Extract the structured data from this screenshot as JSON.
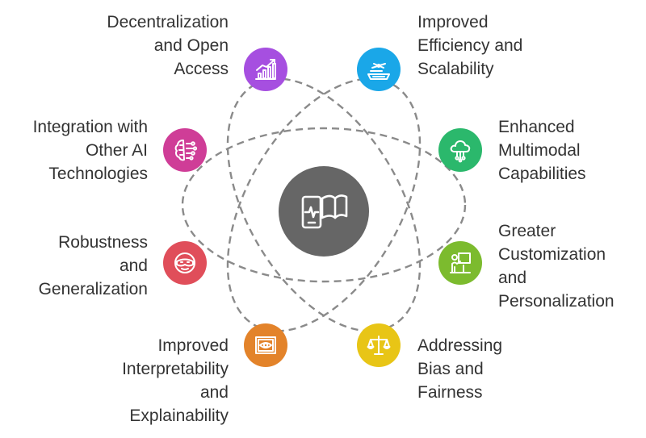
{
  "center": {
    "icon": "mobile-book-icon",
    "color": "#666666"
  },
  "nodes": [
    {
      "id": "decentralization",
      "text": "Decentralization\nand Open\nAccess",
      "color": "#A64FE0",
      "icon": "growth-chart-icon"
    },
    {
      "id": "efficiency",
      "text": "Improved\nEfficiency and\nScalability",
      "color": "#1AA7E8",
      "icon": "conveyor-icon"
    },
    {
      "id": "integration",
      "text": "Integration with\nOther AI\nTechnologies",
      "color": "#CF3D97",
      "icon": "brain-circuit-icon"
    },
    {
      "id": "multimodal",
      "text": "Enhanced\nMultimodal\nCapabilities",
      "color": "#2BB86C",
      "icon": "cloud-network-icon"
    },
    {
      "id": "robustness",
      "text": "Robustness\nand\nGeneralization",
      "color": "#E04E5A",
      "icon": "goggles-icon"
    },
    {
      "id": "customization",
      "text": "Greater\nCustomization\nand\nPersonalization",
      "color": "#7CBB2E",
      "icon": "presenter-icon"
    },
    {
      "id": "interpretability",
      "text": "Improved\nInterpretability\nand\nExplainability",
      "color": "#E3832A",
      "icon": "eye-frame-icon"
    },
    {
      "id": "bias",
      "text": "Addressing\nBias and\nFairness",
      "color": "#E8C516",
      "icon": "balance-scale-icon"
    }
  ],
  "orbit_color": "#8A8A8A"
}
